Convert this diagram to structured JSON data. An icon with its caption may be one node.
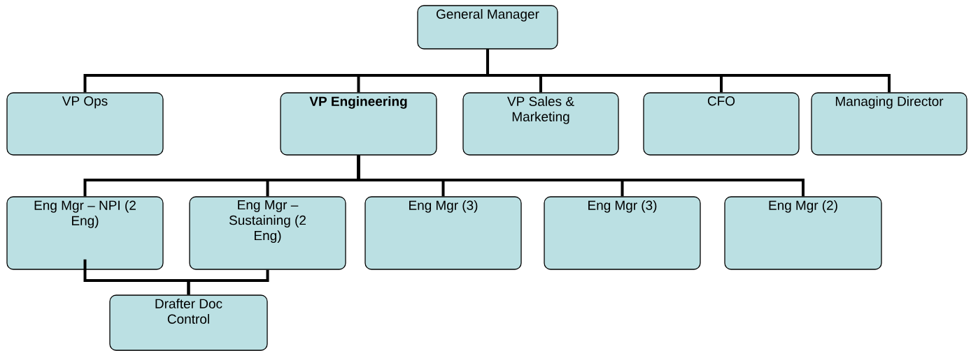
{
  "diagram": {
    "nodes": [
      {
        "text": [
          "General Manager"
        ]
      },
      {
        "text": [
          "VP Ops"
        ]
      },
      {
        "text": [
          "VP Engineering"
        ]
      },
      {
        "text": [
          "VP Sales & Marketing"
        ]
      },
      {
        "text": [
          "CFO"
        ]
      },
      {
        "text": [
          "Managing Director"
        ]
      },
      {
        "text": [
          "Eng Mgr – NPI (2 Eng)"
        ]
      },
      {
        "text": [
          "Eng Mgr – Sustaining (2 Eng)"
        ]
      },
      {
        "text": [
          "Eng Mgr (3)"
        ]
      },
      {
        "text": [
          "Eng Mgr (3)"
        ]
      },
      {
        "text": [
          "Eng Mgr (2)"
        ]
      },
      {
        "text": [
          "Drafter Doc Control"
        ]
      }
    ],
    "edges": [
      {
        "from": 0,
        "to": 1,
        "arrow": "none"
      },
      {
        "from": 0,
        "to": 2,
        "arrow": "none"
      },
      {
        "from": 0,
        "to": 3,
        "arrow": "none"
      },
      {
        "from": 0,
        "to": 4,
        "arrow": "none"
      },
      {
        "from": 0,
        "to": 5,
        "arrow": "none"
      },
      {
        "from": 2,
        "to": 6,
        "arrow": "none"
      },
      {
        "from": 2,
        "to": 7,
        "arrow": "none"
      },
      {
        "from": 2,
        "to": 8,
        "arrow": "none"
      },
      {
        "from": 2,
        "to": 9,
        "arrow": "none"
      },
      {
        "from": 2,
        "to": 10,
        "arrow": "none"
      },
      {
        "from": 6,
        "to": 11,
        "arrow": "none"
      },
      {
        "from": 7,
        "to": 11,
        "arrow": "none"
      }
    ]
  }
}
